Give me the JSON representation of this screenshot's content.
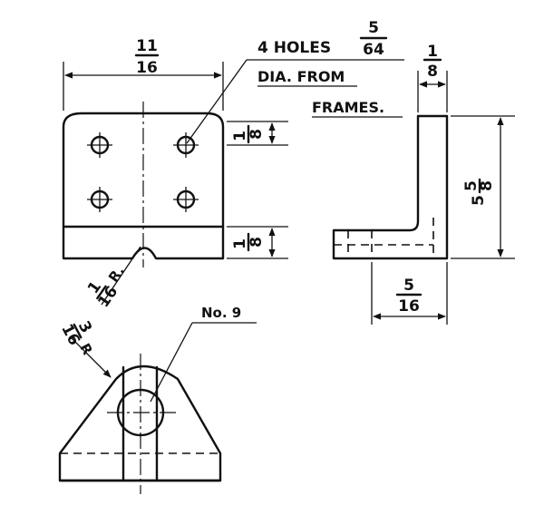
{
  "labels": {
    "holes_text": "4 HOLES",
    "holes_frac_num": "5",
    "holes_frac_den": "64",
    "dia_from": "DIA. FROM",
    "frames": "FRAMES.",
    "width_num": "11",
    "width_den": "16",
    "top_thk_num": "1",
    "top_thk_den": "8",
    "margin_top_num": "1",
    "margin_top_den": "8",
    "margin_bot_num": "1",
    "margin_bot_den": "8",
    "height_whole": "5",
    "height_den": "8",
    "base_num": "5",
    "base_den": "16",
    "notch_num": "1",
    "notch_den": "16",
    "notch_r": "R.",
    "lower_r_num": "3",
    "lower_r_den": "16",
    "lower_r": "R",
    "part_no": "No. 9"
  }
}
